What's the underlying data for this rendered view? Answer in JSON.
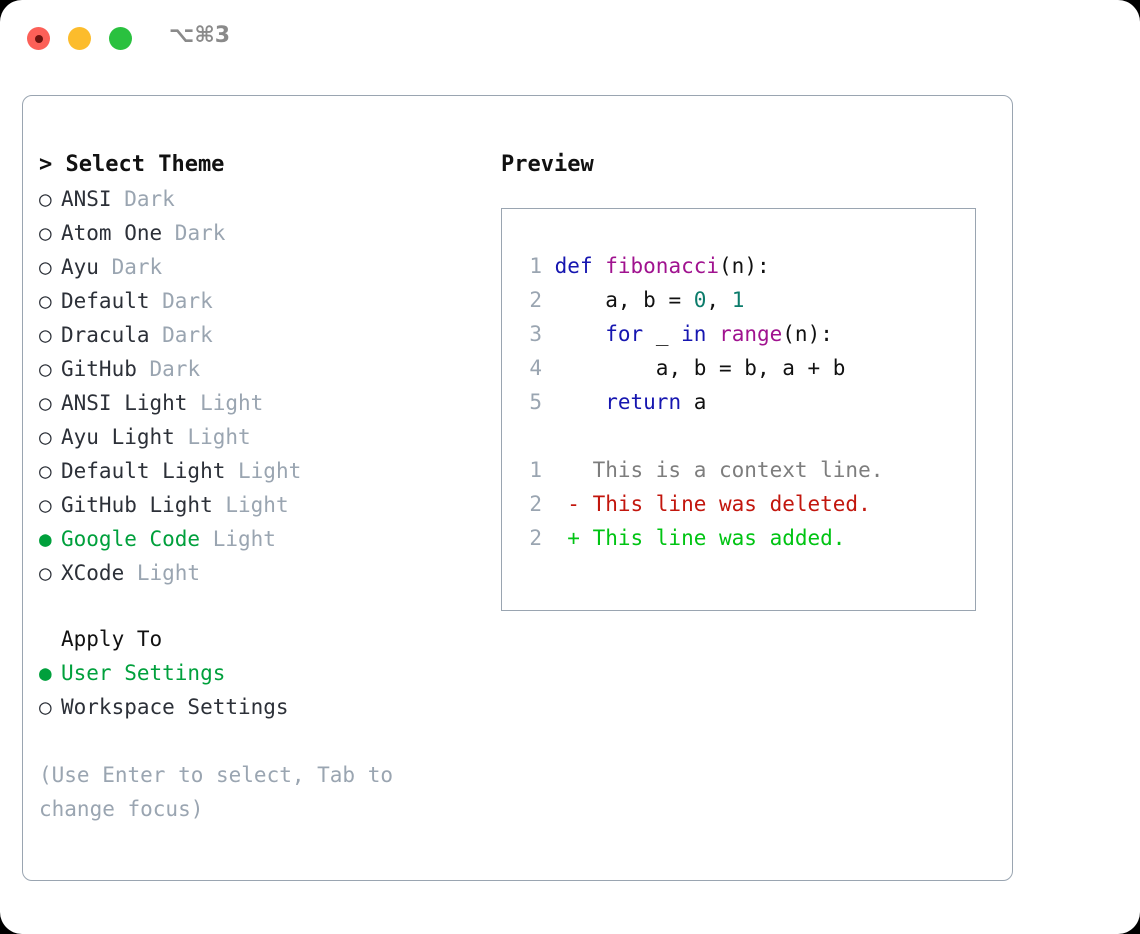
{
  "window": {
    "title": "⌥⌘3",
    "traffic_lights": [
      {
        "name": "close",
        "color": "#fc6058"
      },
      {
        "name": "minimize",
        "color": "#fcbc2c"
      },
      {
        "name": "maximize",
        "color": "#2ac13f"
      }
    ]
  },
  "theme_picker": {
    "header": "> Select Theme",
    "selected_marker": "●",
    "unselected_marker": "○",
    "accent_color": "#00a03c",
    "muted_color": "#9aa5b1",
    "items": [
      {
        "marker": "○",
        "name": "ANSI",
        "category": "Dark",
        "selected": false
      },
      {
        "marker": "○",
        "name": "Atom One",
        "category": "Dark",
        "selected": false
      },
      {
        "marker": "○",
        "name": "Ayu",
        "category": "Dark",
        "selected": false
      },
      {
        "marker": "○",
        "name": "Default",
        "category": "Dark",
        "selected": false
      },
      {
        "marker": "○",
        "name": "Dracula",
        "category": "Dark",
        "selected": false
      },
      {
        "marker": "○",
        "name": "GitHub",
        "category": "Dark",
        "selected": false
      },
      {
        "marker": "○",
        "name": "ANSI Light",
        "category": "Light",
        "selected": false
      },
      {
        "marker": "○",
        "name": "Ayu Light",
        "category": "Light",
        "selected": false
      },
      {
        "marker": "○",
        "name": "Default Light",
        "category": "Light",
        "selected": false
      },
      {
        "marker": "○",
        "name": "GitHub Light",
        "category": "Light",
        "selected": false
      },
      {
        "marker": "●",
        "name": "Google Code",
        "category": "Light",
        "selected": true
      },
      {
        "marker": "○",
        "name": "XCode",
        "category": "Light",
        "selected": false
      }
    ]
  },
  "apply_to": {
    "header": "Apply To",
    "options": [
      {
        "marker": "●",
        "label": "User Settings",
        "selected": true
      },
      {
        "marker": "○",
        "label": "Workspace Settings",
        "selected": false
      }
    ]
  },
  "hint": "(Use Enter to select, Tab to change focus)",
  "preview": {
    "header": "Preview",
    "code_lines": [
      {
        "number": "1",
        "tokens": [
          {
            "text": "def ",
            "cls": "kw"
          },
          {
            "text": "fibonacci",
            "cls": "fn"
          },
          {
            "text": "(n):",
            "cls": "pl"
          }
        ]
      },
      {
        "number": "2",
        "tokens": [
          {
            "text": "    a, b = ",
            "cls": "pl"
          },
          {
            "text": "0",
            "cls": "num"
          },
          {
            "text": ", ",
            "cls": "pl"
          },
          {
            "text": "1",
            "cls": "num"
          }
        ]
      },
      {
        "number": "3",
        "tokens": [
          {
            "text": "    ",
            "cls": "pl"
          },
          {
            "text": "for",
            "cls": "kw"
          },
          {
            "text": " _ ",
            "cls": "pl"
          },
          {
            "text": "in",
            "cls": "kw"
          },
          {
            "text": " ",
            "cls": "pl"
          },
          {
            "text": "range",
            "cls": "fn"
          },
          {
            "text": "(n):",
            "cls": "pl"
          }
        ]
      },
      {
        "number": "4",
        "tokens": [
          {
            "text": "        a, b = b, a + b",
            "cls": "pl"
          }
        ]
      },
      {
        "number": "5",
        "tokens": [
          {
            "text": "    ",
            "cls": "pl"
          },
          {
            "text": "return",
            "cls": "kw"
          },
          {
            "text": " a",
            "cls": "pl"
          }
        ]
      }
    ],
    "diff_lines": [
      {
        "number": "1",
        "sign": " ",
        "text": "This is a context line.",
        "kind": "context"
      },
      {
        "number": "2",
        "sign": "-",
        "text": "This line was deleted.",
        "kind": "deleted"
      },
      {
        "number": "2",
        "sign": "+",
        "text": "This line was added.",
        "kind": "added"
      }
    ],
    "colors": {
      "keyword": "#1616b0",
      "function": "#a0128f",
      "number": "#0c7c6b",
      "plain": "#111111",
      "line_number": "#9aa5b1",
      "diff_context": "#7d7d7d",
      "diff_deleted": "#c2160d",
      "diff_added": "#00c413"
    }
  }
}
